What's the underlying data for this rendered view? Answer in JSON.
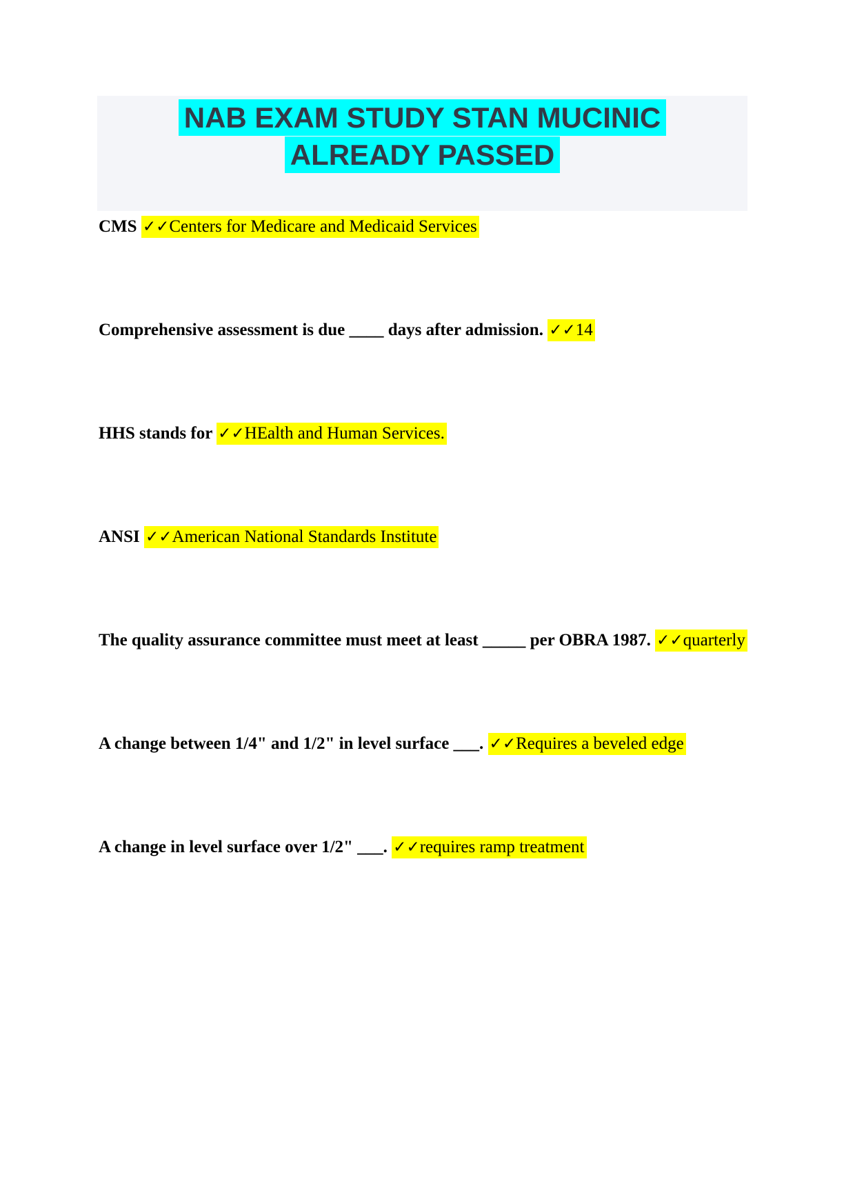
{
  "header": {
    "title_line1": "NAB EXAM STUDY STAN MUCINIC",
    "title_line2": "ALREADY PASSED"
  },
  "colors": {
    "title_highlight": "#00ffff",
    "answer_highlight": "#ffff00",
    "header_background": "#f4f5f9",
    "title_text": "#333a47"
  },
  "items": [
    {
      "question": "CMS ",
      "marks": "✓✓",
      "answer": "Centers for Medicare and Medicaid Services"
    },
    {
      "question": "Comprehensive assessment is due ____ days after admission. ",
      "marks": "✓✓",
      "answer": "14"
    },
    {
      "question": "HHS stands for ",
      "marks": "✓✓",
      "answer": "HEalth and Human Services. "
    },
    {
      "question": "ANSI ",
      "marks": "✓✓",
      "answer": "American National Standards Institute"
    },
    {
      "question": "The quality assurance committee must meet at least _____ per OBRA 1987. ",
      "marks": "✓✓",
      "answer": "quarterly"
    },
    {
      "question": "A change between 1/4\" and 1/2\" in level surface ___. ",
      "marks": "✓✓",
      "answer": "Requires a beveled edge"
    },
    {
      "question": "A change in level surface over 1/2\" ___. ",
      "marks": "✓✓",
      "answer": "requires ramp treatment"
    }
  ]
}
